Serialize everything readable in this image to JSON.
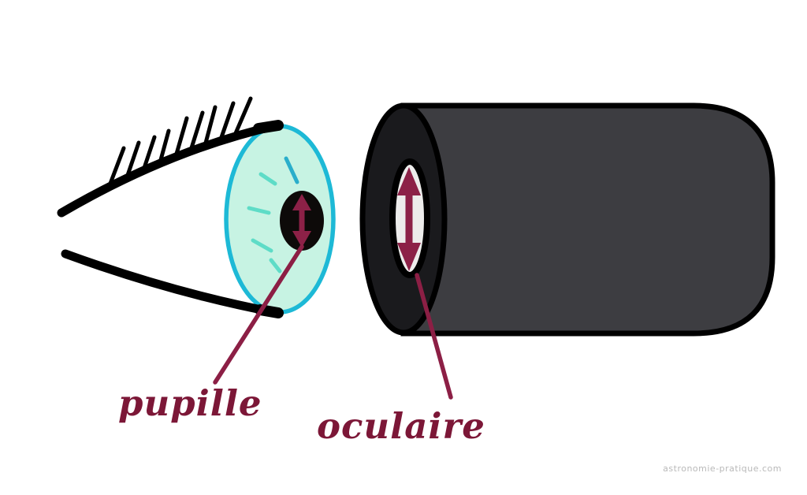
{
  "page": {
    "background": "#ffffff",
    "watermark": {
      "text": "astronomie-pratique.com"
    }
  },
  "labels": {
    "pupil": {
      "text": "pupille"
    },
    "eyepiece": {
      "text": "oculaire"
    }
  },
  "icons": {
    "pupil_arrow": "vertical-double-arrow",
    "eyepiece_arrow": "vertical-double-arrow"
  },
  "colors": {
    "background": "#ffffff",
    "label": "#7c1737",
    "pointer": "#8c1f45",
    "arrow": "#8c2147",
    "iris-fill": "#c7f3e3",
    "iris-stroke": "#1db9d6",
    "ray-light": "#5edcc7",
    "ray-dark": "#2aaecb",
    "pupil": "#0d0a09",
    "eyelid": "#000000",
    "barrel-body": "#3d3d41",
    "barrel-face": "#1a1a1d",
    "barrel-outline": "#000000",
    "opening-fill": "#edeceb",
    "watermark": "#b9b9b9"
  }
}
